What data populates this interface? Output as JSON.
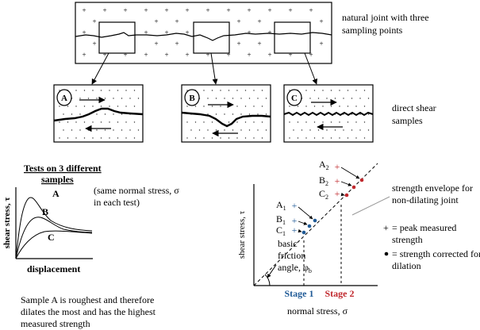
{
  "top_panel": {
    "caption_line1": "natural joint with three",
    "caption_line2": "sampling points"
  },
  "samples": {
    "caption_line1": "direct shear",
    "caption_line2": "samples",
    "labels": [
      "A",
      "B",
      "C"
    ]
  },
  "tests": {
    "title_line1": "Tests on  3 different",
    "title_line2": "samples",
    "curve_labels": [
      "A",
      "B",
      "C"
    ],
    "note_line1": "(same normal stress, σ",
    "note_line2": "in each test)",
    "y_axis_label": "shear stress, τ",
    "x_axis_label": "displacement"
  },
  "conclusion": {
    "line1": "Sample A  is roughest and therefore",
    "line2": "dilates the most and has the highest",
    "line3": "measured strength"
  },
  "envelope_plot": {
    "y_axis_label": "shear stress, τ",
    "x_axis_label": "normal stress, σ",
    "stage1_label": "Stage 1",
    "stage2_label": "Stage 2",
    "point_letters": [
      "A",
      "B",
      "C",
      "A",
      "B",
      "C"
    ],
    "point_subscripts": [
      "1",
      "1",
      "1",
      "2",
      "2",
      "2"
    ],
    "envelope_label_line1": "strength envelope for",
    "envelope_label_line2": "non-dilating joint",
    "legend_peak_symbol": "+",
    "legend_peak_line1": "= peak measured",
    "legend_peak_line2": "strength",
    "legend_corr_line1": "= strength corrected for",
    "legend_corr_line2": "dilation",
    "friction_line1": "basic",
    "friction_line2": "friction",
    "friction_line3": "angle, φ",
    "friction_subscript": "b",
    "colors": {
      "stage1": "#1f5a96",
      "stage2": "#c0282d"
    }
  }
}
